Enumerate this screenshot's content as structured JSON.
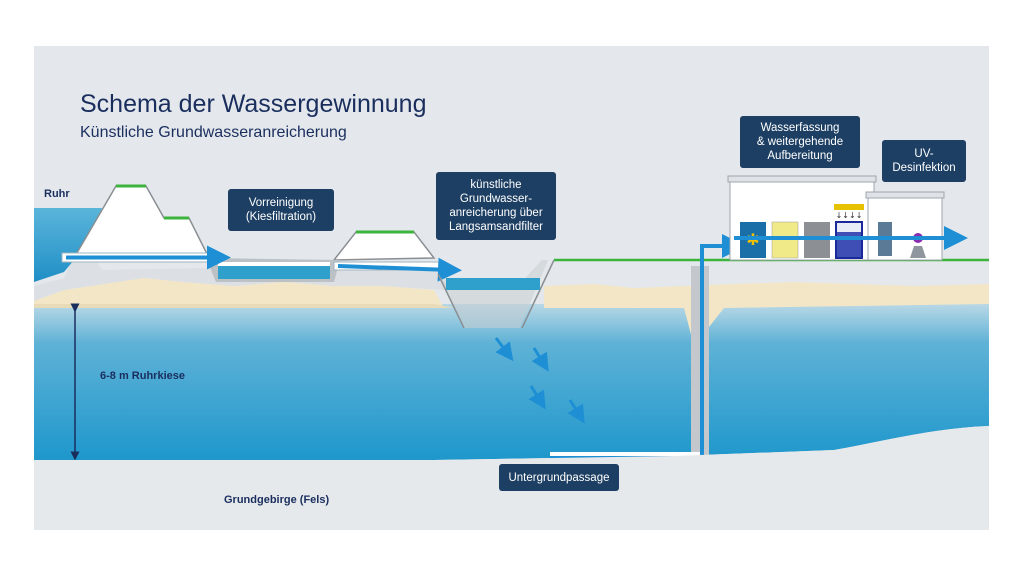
{
  "title": "Schema der Wassergewinnung",
  "subtitle": "Künstliche Grundwasseranreicherung",
  "labels": {
    "ruhr": "Ruhr",
    "ruhrkiese": "6-8 m Ruhrkiese",
    "grundgebirge": "Grundgebirge (Fels)"
  },
  "boxes": {
    "vorreinigung": "Vorreinigung\n(Kiesfiltration)",
    "anreicherung": "künstliche\nGrundwasser-\nanreicherung über\nLangsamsandfilter",
    "wasserfassung": "Wasserfassung\n& weitergehende\nAufbereitung",
    "uv": "UV-\nDesinfektion",
    "untergrund": "Untergrundpassage"
  },
  "colors": {
    "label_box": "#1d3f63",
    "water": "#2f9fcc",
    "sand": "#f2e6c7",
    "grass": "#3cb33c",
    "flow_arrow": "#1e8fd4",
    "background": "#e4e8ec"
  }
}
